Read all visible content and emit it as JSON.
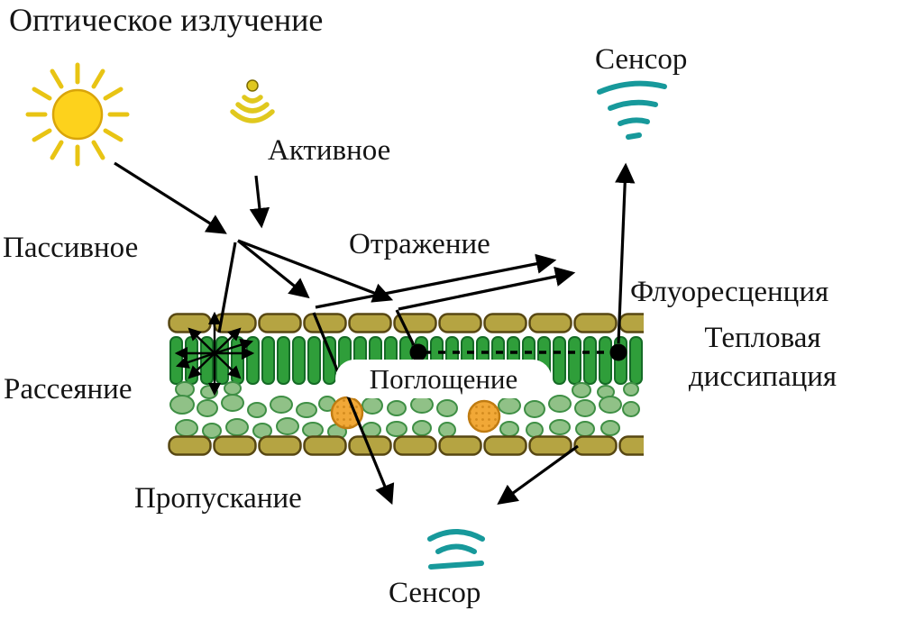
{
  "figure": {
    "title": "Оптическое излучение",
    "labels": {
      "passive": "Пассивное",
      "active": "Активное",
      "sensor_top": "Сенсор",
      "sensor_bottom": "Сенсор",
      "reflection": "Отражение",
      "absorption": "Поглощение",
      "scattering": "Рассеяние",
      "transmission": "Пропускание",
      "fluorescence": "Флуоресценция",
      "thermal_dissipation_line1": "Тепловая",
      "thermal_dissipation_line2": "диссипация"
    },
    "icons": {
      "sun": "sun-icon",
      "active_source": "signal-emitter-icon",
      "sensor_top": "wifi-sensor-icon",
      "sensor_bottom": "wifi-sensor-icon"
    }
  },
  "colors": {
    "background": "#ffffff",
    "text": "#141414",
    "arrow": "#000000",
    "sun_fill": "#fdd21c",
    "sun_stroke": "#d9a50a",
    "sun_ray": "#e8c414",
    "emitter": "#e0c81e",
    "emitter_stroke": "#7a6a00",
    "sensor": "#17999b",
    "epidermis_fill": "#b5a442",
    "epidermis_stroke": "#574712",
    "palisade_fill": "#2f9e3a",
    "palisade_stroke": "#156b26",
    "spongy_fill": "#90c187",
    "spongy_stroke": "#3f8f45",
    "orange_fill": "#f1a837",
    "orange_stroke": "#c07c12",
    "orange_dot": "#d28a1d",
    "pill_fill": "#ffffff"
  }
}
